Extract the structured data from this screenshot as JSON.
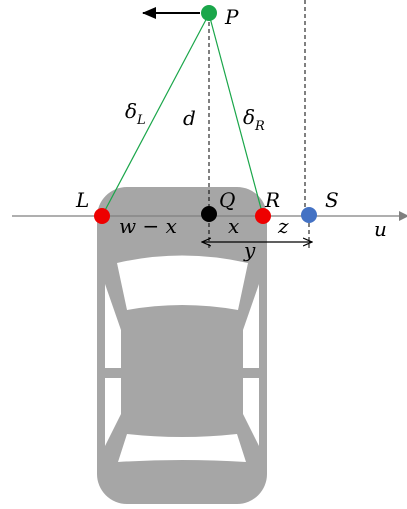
{
  "labels": {
    "P": "P",
    "delta_L": "δ",
    "delta_L_sub": "L",
    "d": "d",
    "delta_R": "δ",
    "delta_R_sub": "R",
    "L": "L",
    "Q": "Q",
    "R": "R",
    "S": "S",
    "w_minus_x": "w − x",
    "x": "x",
    "z": "z",
    "y": "y",
    "u": "u"
  },
  "colors": {
    "P": "#1aa64a",
    "L": "#ee0000",
    "R": "#ee0000",
    "Q": "#000000",
    "S": "#4472c4",
    "sight_lines": "#1aa64a",
    "car": "#a6a6a6",
    "axis": "#7f7f7f"
  }
}
